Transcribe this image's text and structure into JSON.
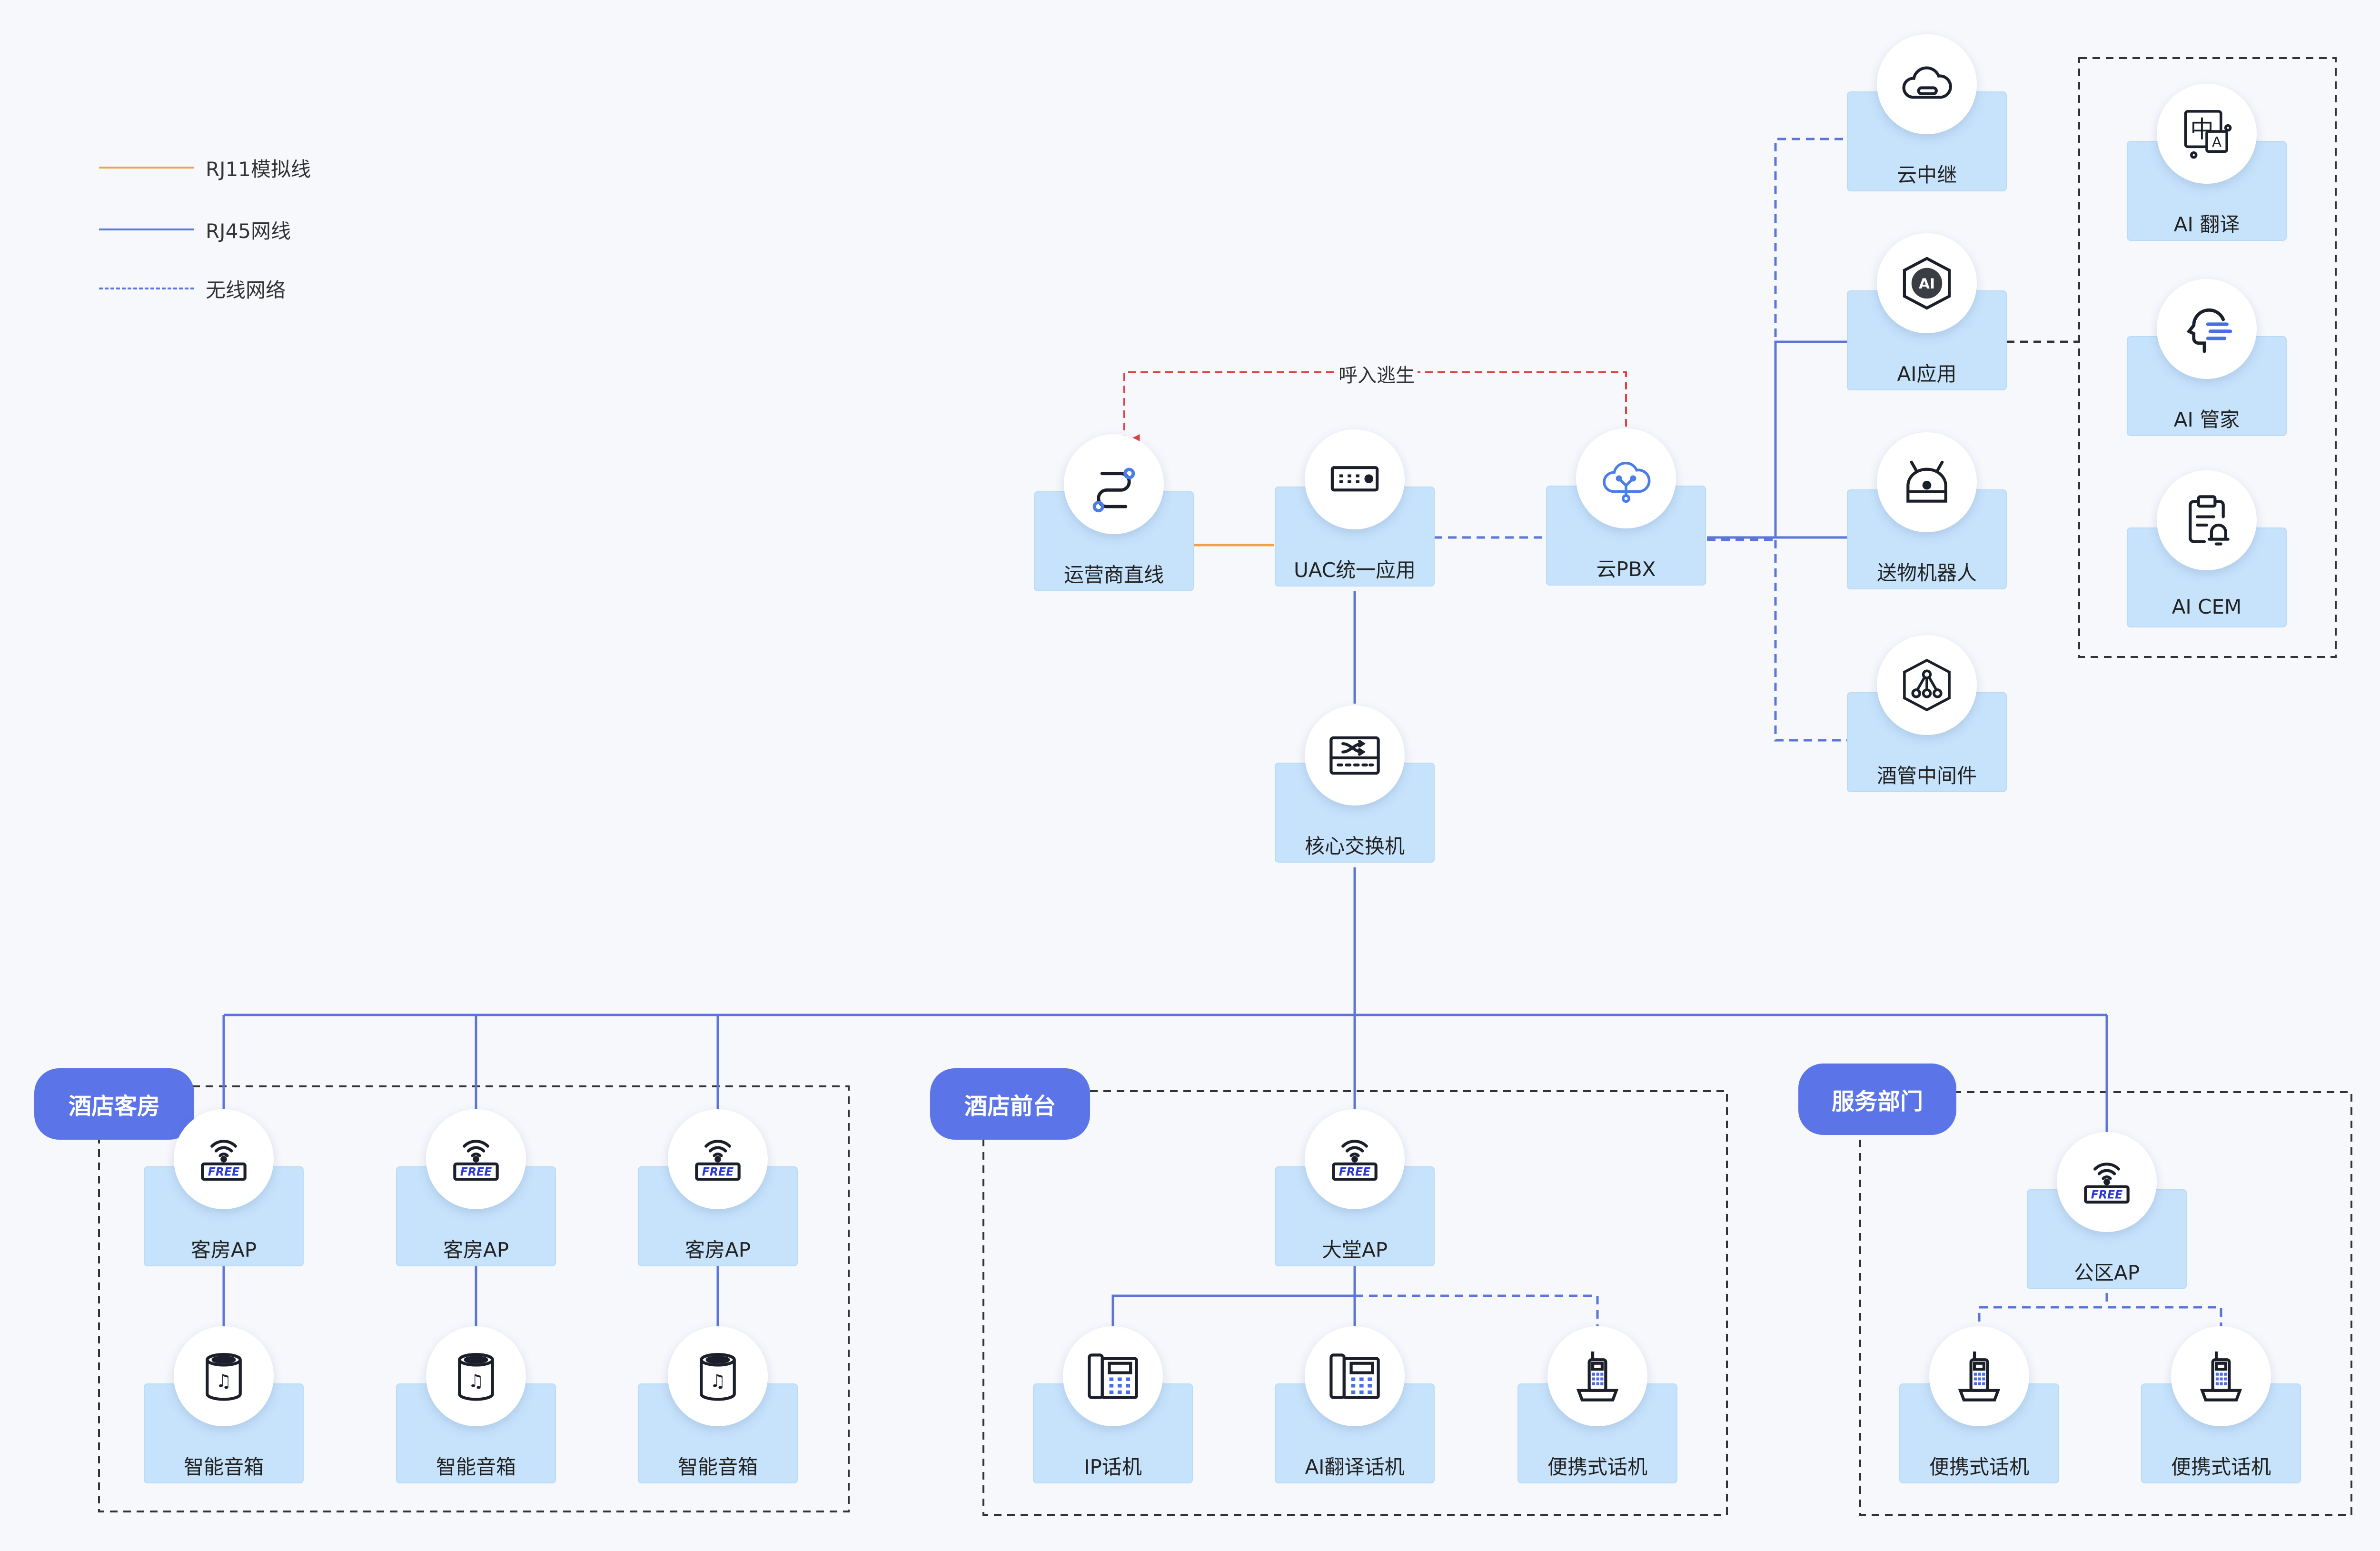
{
  "colors": {
    "background": "#f7f8fc",
    "rj11": "#f0a24a",
    "rj45": "#5b75d8",
    "wireless": "#5b75d8",
    "escape": "#e04040",
    "node_box": "#c7e3fb",
    "group_tag": "#5b75e8",
    "group_border": "#333333"
  },
  "legend": [
    {
      "label": "RJ11模拟线",
      "style": "rj11"
    },
    {
      "label": "RJ45网线",
      "style": "rj45"
    },
    {
      "label": "无线网络",
      "style": "wireless"
    }
  ],
  "edge_labels": {
    "escape": "呼入逃生"
  },
  "groups": [
    {
      "id": "guest",
      "label": "酒店客房"
    },
    {
      "id": "front",
      "label": "酒店前台"
    },
    {
      "id": "service",
      "label": "服务部门"
    }
  ],
  "nodes": [
    {
      "id": "carrier",
      "label": "运营商直线",
      "icon": "carrier-line-icon"
    },
    {
      "id": "uac",
      "label": "UAC统一应用",
      "icon": "uac-device-icon"
    },
    {
      "id": "pbx",
      "label": "云PBX",
      "icon": "cloud-pbx-icon"
    },
    {
      "id": "relay",
      "label": "云中继",
      "icon": "cloud-relay-icon"
    },
    {
      "id": "ai_app",
      "label": "AI应用",
      "icon": "ai-hexagon-icon"
    },
    {
      "id": "robot",
      "label": "送物机器人",
      "icon": "delivery-robot-icon"
    },
    {
      "id": "middleware",
      "label": "酒管中间件",
      "icon": "middleware-hexagon-icon"
    },
    {
      "id": "ai_translate",
      "label": "AI 翻译",
      "icon": "translate-icon"
    },
    {
      "id": "ai_butler",
      "label": "AI 管家",
      "icon": "ai-butler-head-icon"
    },
    {
      "id": "ai_cem",
      "label": "AI CEM",
      "icon": "clipboard-bell-icon"
    },
    {
      "id": "core",
      "label": "核心交换机",
      "icon": "core-switch-icon"
    },
    {
      "id": "ap1",
      "label": "客房AP",
      "icon": "wifi-free-icon"
    },
    {
      "id": "ap2",
      "label": "客房AP",
      "icon": "wifi-free-icon"
    },
    {
      "id": "ap3",
      "label": "客房AP",
      "icon": "wifi-free-icon"
    },
    {
      "id": "sp1",
      "label": "智能音箱",
      "icon": "smart-speaker-icon"
    },
    {
      "id": "sp2",
      "label": "智能音箱",
      "icon": "smart-speaker-icon"
    },
    {
      "id": "sp3",
      "label": "智能音箱",
      "icon": "smart-speaker-icon"
    },
    {
      "id": "lobby_ap",
      "label": "大堂AP",
      "icon": "wifi-free-icon"
    },
    {
      "id": "ip_phone",
      "label": "IP话机",
      "icon": "desk-phone-icon"
    },
    {
      "id": "ai_phone",
      "label": "AI翻译话机",
      "icon": "desk-phone-icon"
    },
    {
      "id": "portable1",
      "label": "便携式话机",
      "icon": "portable-phone-icon"
    },
    {
      "id": "public_ap",
      "label": "公区AP",
      "icon": "wifi-free-icon"
    },
    {
      "id": "portable2",
      "label": "便携式话机",
      "icon": "portable-phone-icon"
    },
    {
      "id": "portable3",
      "label": "便携式话机",
      "icon": "portable-phone-icon"
    }
  ]
}
